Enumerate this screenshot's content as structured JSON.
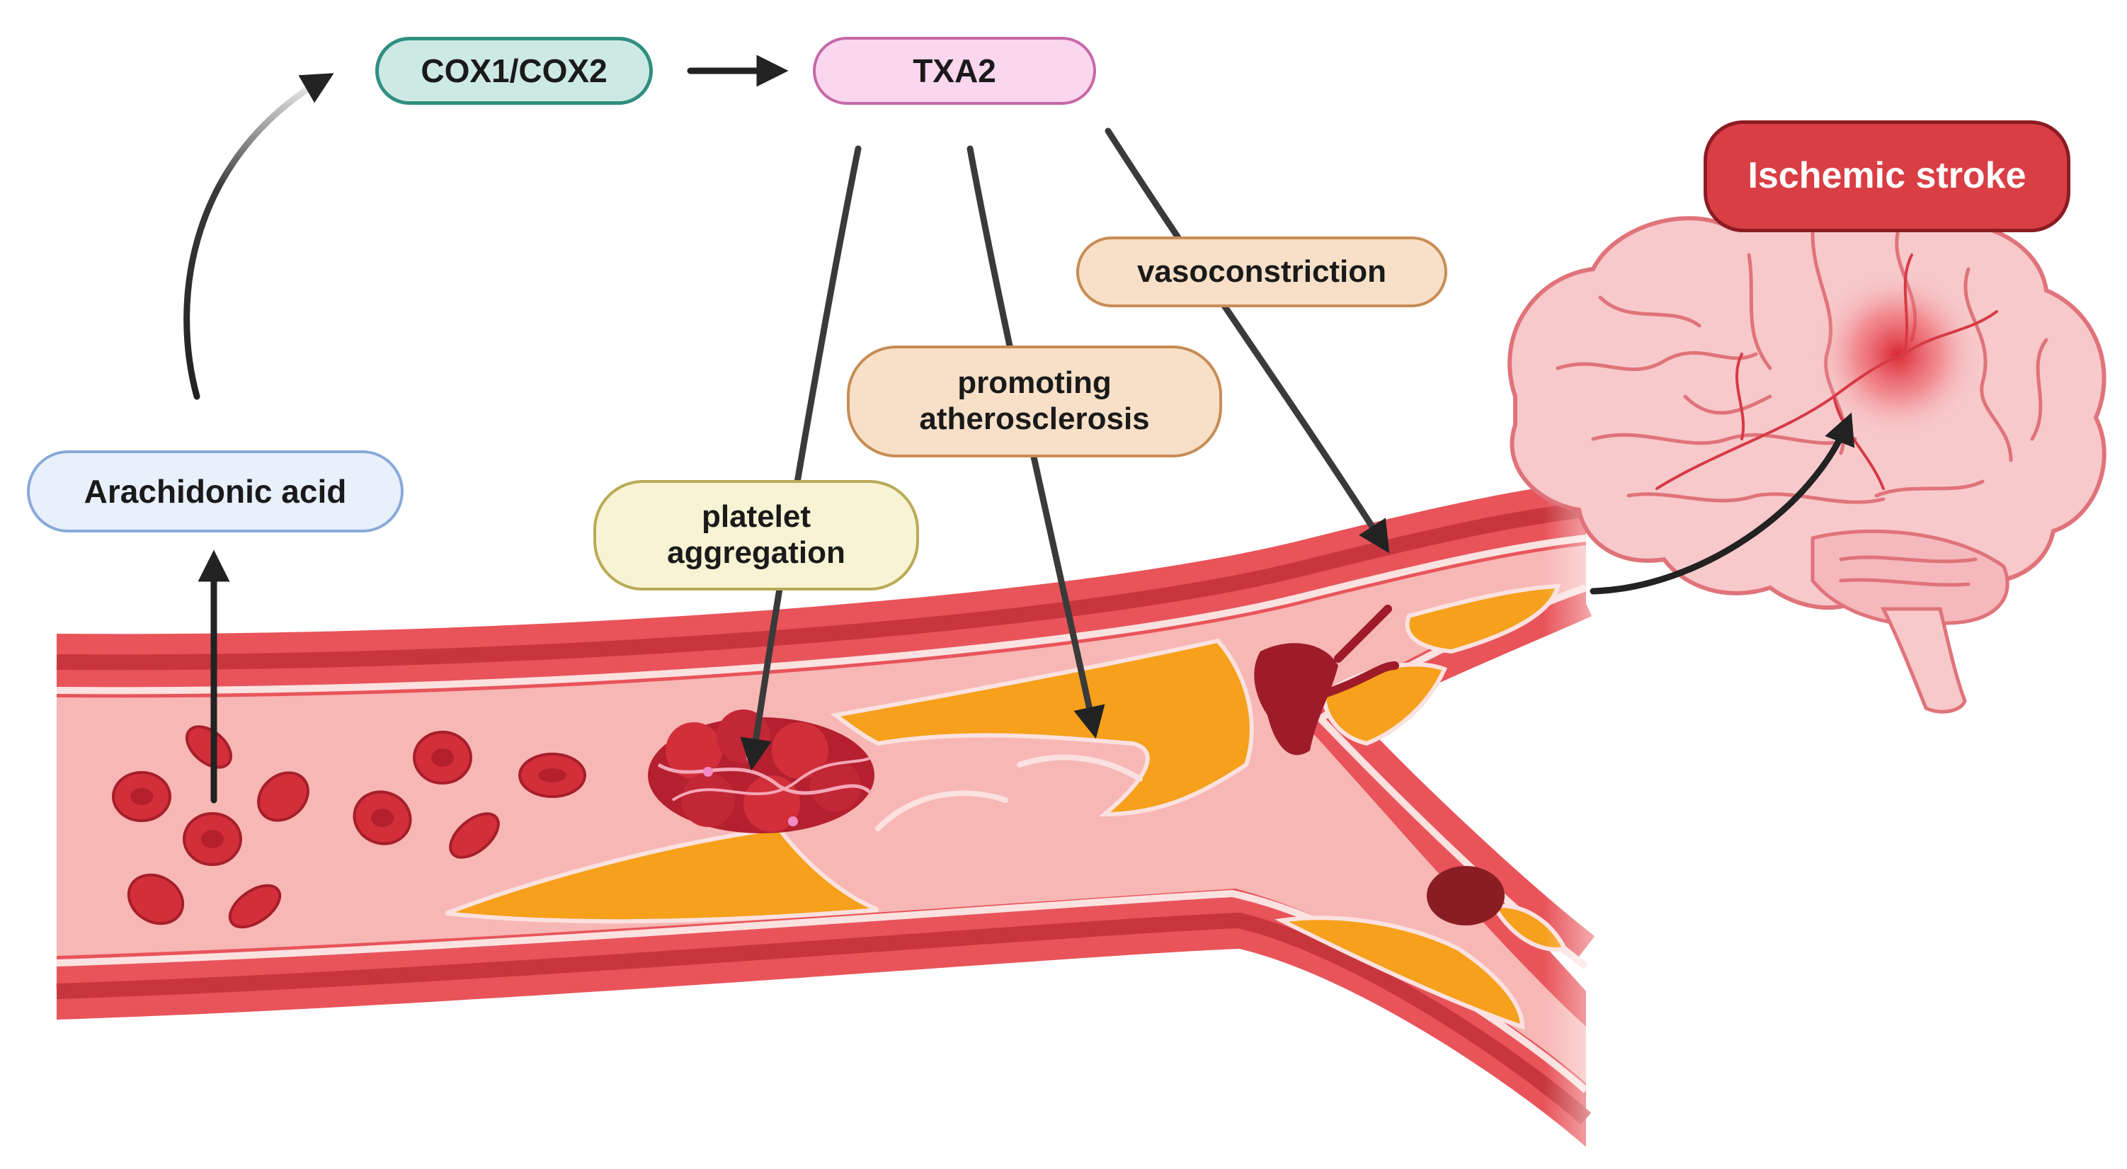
{
  "labels": {
    "arachidonic_acid": "Arachidonic acid",
    "cox": "COX1/COX2",
    "txa2": "TXA2",
    "ischemic_stroke": "Ischemic stroke",
    "vasoconstriction": "vasoconstriction",
    "promoting_atherosclerosis": "promoting\natherosclerosis",
    "platelet_aggregation": "platelet\naggregation"
  },
  "colors": {
    "vessel_wall": "#e8545a",
    "vessel_wall_dark": "#c8363d",
    "vessel_lumen": "#f7b7b5",
    "red_blood_cell": "#d32f3a",
    "plaque": "#f6a01b",
    "clot": "#9e1c2a",
    "brain": "#f7c9cb",
    "brain_outline": "#e0737a",
    "arrow": "#222222"
  }
}
